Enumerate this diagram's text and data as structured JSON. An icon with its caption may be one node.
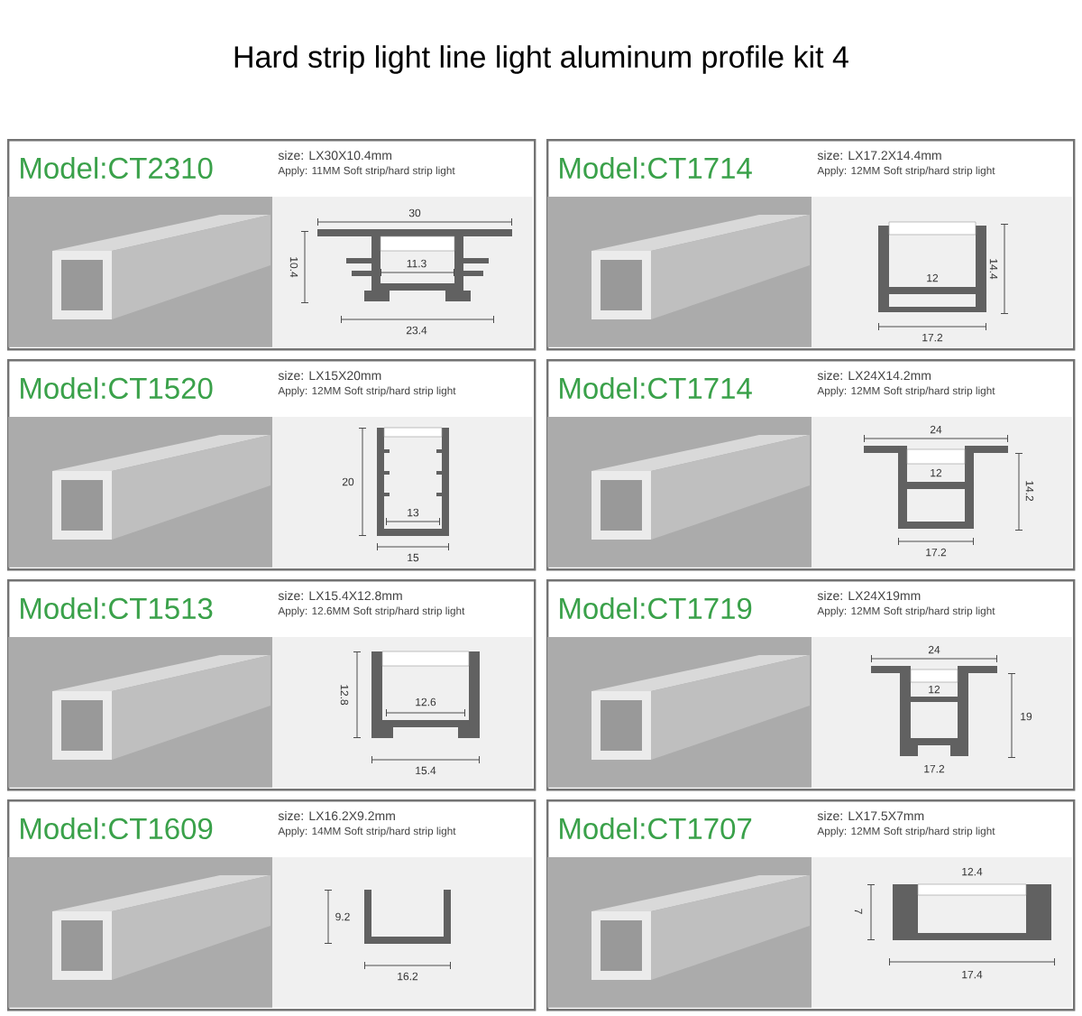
{
  "diagram": {
    "title": "Hard strip light line light aluminum profile kit 4",
    "nodes": [
      {
        "text": [
          "Model:CT2310",
          "size: LX30X10.4mm",
          "Apply: 11MM Soft strip/hard strip light"
        ]
      },
      {
        "text": [
          "Model:CT1714",
          "size: LX17.2X14.4mm",
          "Apply: 12MM Soft strip/hard strip light"
        ]
      },
      {
        "text": [
          "Model:CT1520",
          "size: LX15X20mm",
          "Apply: 12MM Soft strip/hard strip light"
        ]
      },
      {
        "text": [
          "Model:CT1714",
          "size: LX24X14.2mm",
          "Apply: 12MM Soft strip/hard strip light"
        ]
      },
      {
        "text": [
          "Model:CT1513",
          "size: LX15.4X12.8mm",
          "Apply: 12.6MM Soft strip/hard strip light"
        ]
      },
      {
        "text": [
          "Model:CT1719",
          "size: LX24X19mm",
          "Apply: 12MM Soft strip/hard strip light"
        ]
      },
      {
        "text": [
          "Model:CT1609",
          "size: LX16.2X9.2mm",
          "Apply: 14MM Soft strip/hard strip light"
        ]
      },
      {
        "text": [
          "Model:CT1707",
          "size: LX17.5X7mm",
          "Apply: 12MM Soft strip/hard strip light"
        ]
      }
    ],
    "labels": [
      "30",
      "10.4",
      "11.3",
      "23.4",
      "12",
      "14.4",
      "17.2",
      "20",
      "13",
      "15",
      "24",
      "12",
      "14.2",
      "17.2",
      "12.8",
      "12.6",
      "15.4",
      "24",
      "12",
      "19",
      "17.2",
      "9.2",
      "16.2",
      "12.4",
      "7",
      "17.4"
    ]
  }
}
